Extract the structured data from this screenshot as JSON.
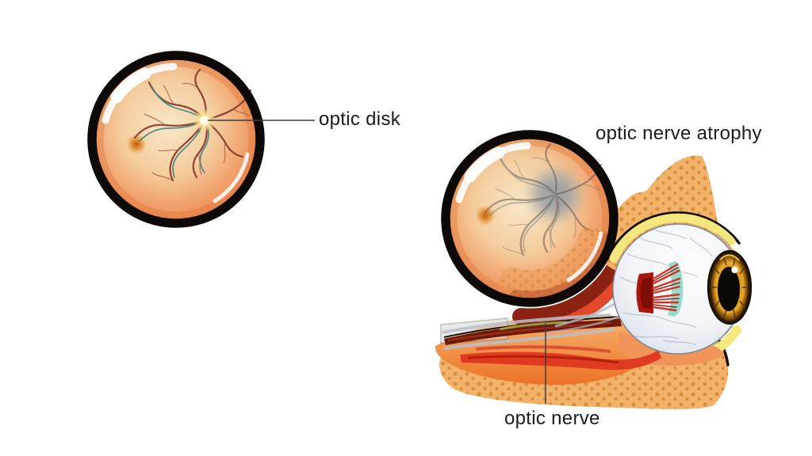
{
  "figure_type": "medical illustration - optic nerve atrophy",
  "labels": {
    "optic_disk": "optic disk",
    "optic_nerve_atrophy": "optic nerve atrophy",
    "optic_nerve": "optic nerve"
  },
  "palette": {
    "background": "#FFFFFF",
    "fundus_ring": "#0D0906",
    "fundus_center": "#F8E7C8",
    "fundus_edge": "#E87E44",
    "vessel_red": "#8F4434",
    "vessel_teal": "#4F8B85",
    "macula": "#C05E12",
    "atrophic_disk_gray": "#9AA0A4",
    "bone": "#F3B26A",
    "bone_dots": "#D8913E",
    "fat_yellow": "#F3E77E",
    "muscle_red": "#E03A20",
    "nerve_maroon": "#701A0C",
    "eyeball_white": "#FDFDFE",
    "eyeball_shade": "#C8D1DE",
    "iris_amber": "#C98E12",
    "pupil_black": "#0C0803",
    "fan_teal": "#8FD9C9",
    "label_text": "#1B1B1B",
    "leader_line": "#3D3D3D"
  }
}
